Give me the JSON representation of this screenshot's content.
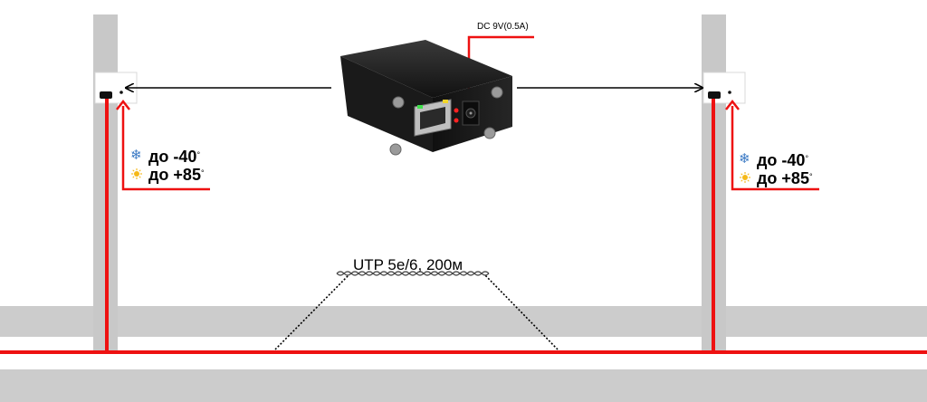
{
  "device": {
    "power_label": "DC 9V(0.5A)"
  },
  "cable": {
    "label": "UTP 5e/6, 200м"
  },
  "left_sensor": {
    "cold_text": "до -40",
    "hot_text": "до +85",
    "degree_mark": "°"
  },
  "right_sensor": {
    "cold_text": "до -40",
    "hot_text": "до +85",
    "degree_mark": "°"
  },
  "icons": {
    "cold": "snowflake-icon",
    "hot": "sun-icon"
  },
  "colors": {
    "wire": "#ee1111",
    "post": "#c8c8c8",
    "road": "#cccccc",
    "device_body": "#1b1b1b",
    "snowflake": "#3a79c4",
    "sun": "#f5b817"
  }
}
